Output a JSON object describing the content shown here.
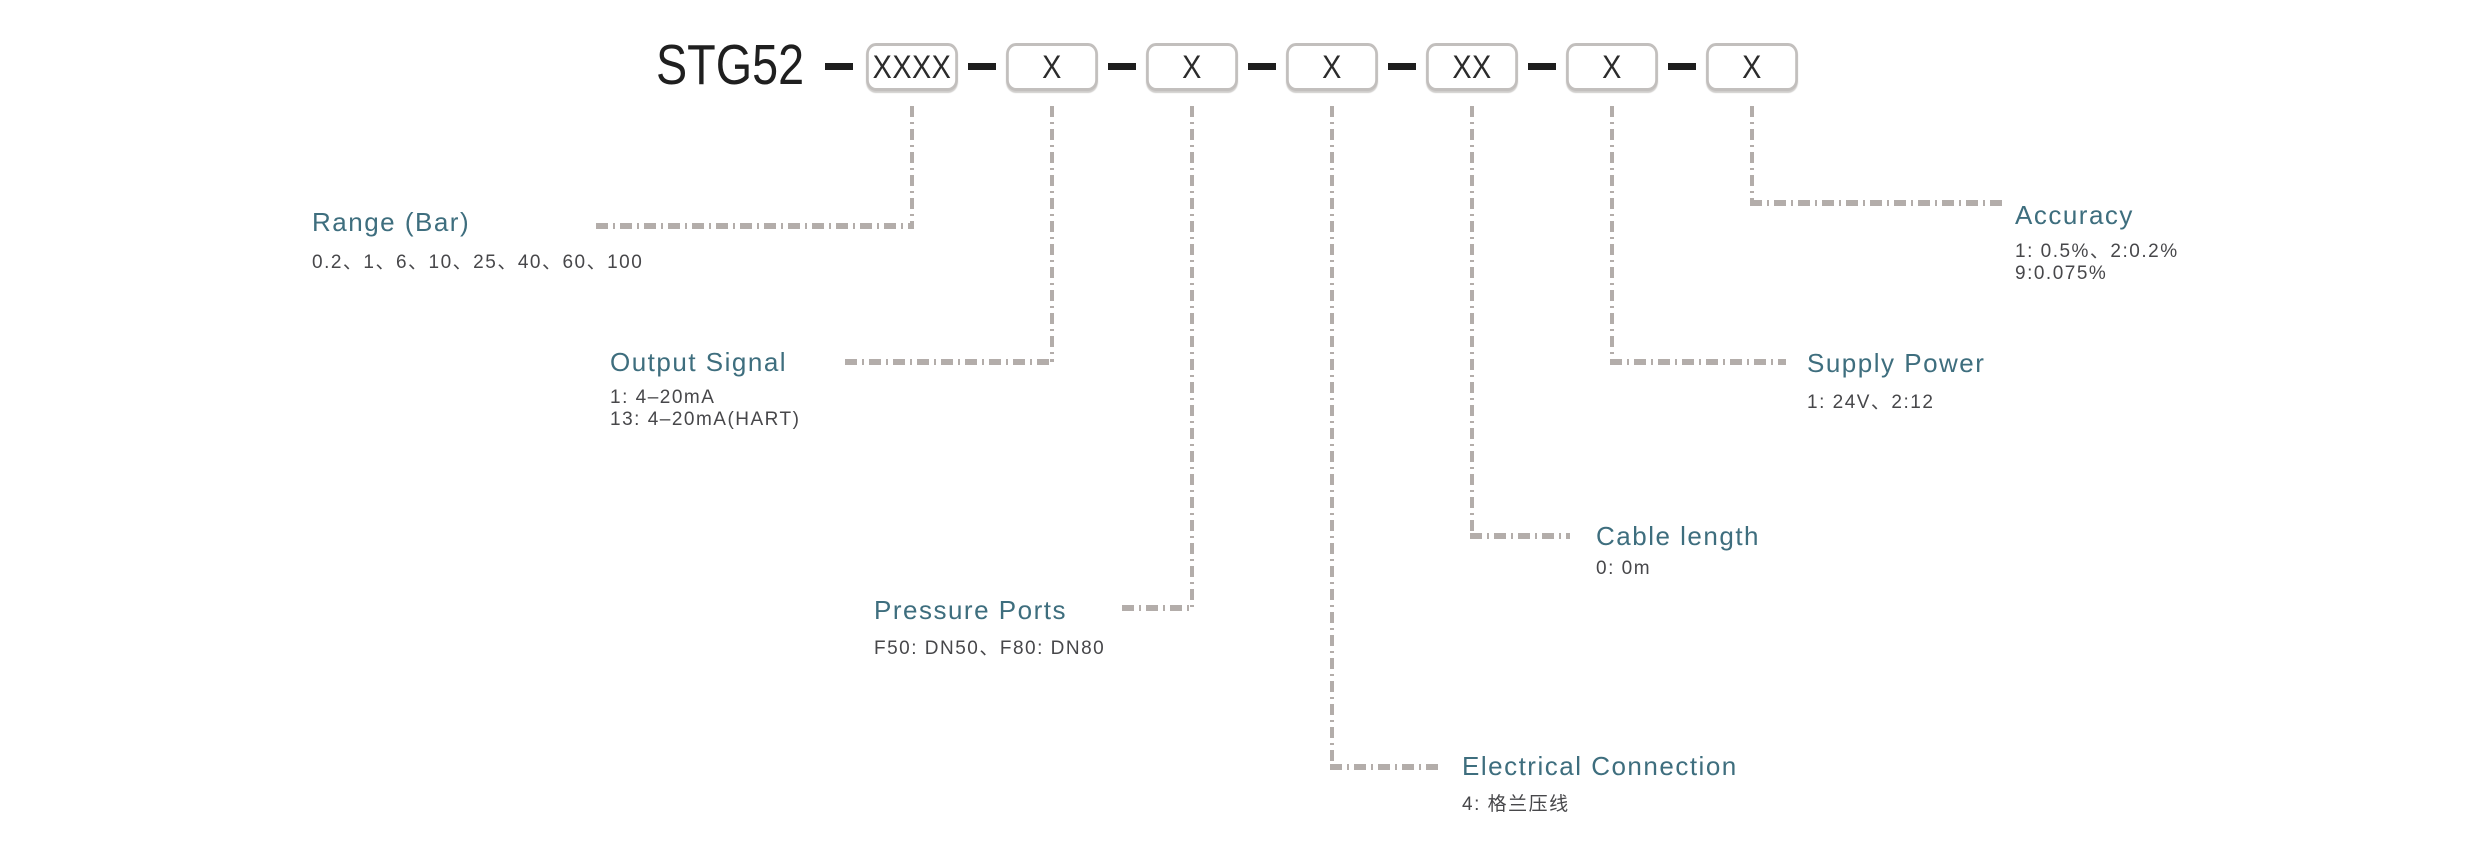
{
  "code": {
    "title": "STG52",
    "boxes": [
      "XXXX",
      "X",
      "X",
      "X",
      "XX",
      "X",
      "X"
    ]
  },
  "fields": {
    "range": {
      "label": "Range (Bar)",
      "line1": "0.2、1、6、10、25、40、60、100"
    },
    "output": {
      "label": "Output Signal",
      "line1": "1: 4–20mA",
      "line2": "13: 4–20mA(HART)"
    },
    "pressure": {
      "label": "Pressure Ports",
      "line1": "F50: DN50、F80: DN80"
    },
    "electrical": {
      "label": "Electrical Connection",
      "line1": "4: 格兰压线"
    },
    "cable": {
      "label": "Cable length",
      "line1": "0: 0m"
    },
    "supply": {
      "label": "Supply Power",
      "line1": "1: 24V、2:12"
    },
    "accuracy": {
      "label": "Accuracy",
      "line1": "1: 0.5%、2:0.2%",
      "line2": "9:0.075%"
    }
  },
  "colors": {
    "label_teal": "#3e6e7e",
    "value_gray": "#47474a",
    "box_border": "#c2bfbd",
    "leader_dash": "#b3adaa",
    "code_black": "#1e1e1e"
  }
}
